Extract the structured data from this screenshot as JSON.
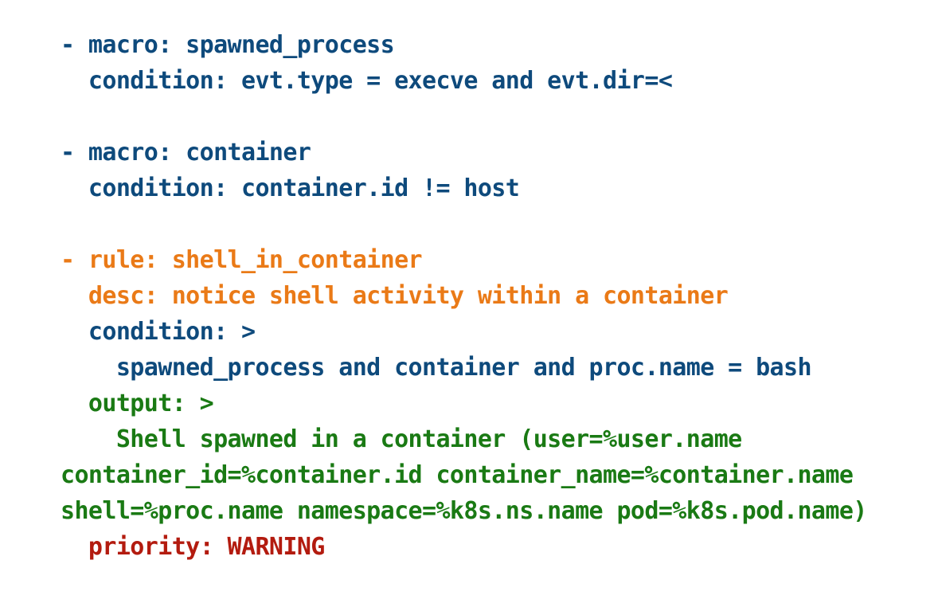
{
  "colors": {
    "macro": "#0e4a7c",
    "rule": "#ea7a17",
    "output": "#1a7a14",
    "priority": "#b31b0f",
    "background": "#ffffff"
  },
  "lines": [
    {
      "text": "- macro: spawned_process",
      "color": "blue"
    },
    {
      "text": "  condition: evt.type = execve and evt.dir=<",
      "color": "blue"
    },
    {
      "text": "",
      "color": "blue"
    },
    {
      "text": "- macro: container",
      "color": "blue"
    },
    {
      "text": "  condition: container.id != host",
      "color": "blue"
    },
    {
      "text": "",
      "color": "blue"
    },
    {
      "text": "- rule: shell_in_container",
      "color": "orange"
    },
    {
      "text": "  desc: notice shell activity within a container",
      "color": "orange"
    },
    {
      "text": "  condition: >",
      "color": "blue"
    },
    {
      "text": "    spawned_process and container and proc.name = bash",
      "color": "blue"
    },
    {
      "text": "  output: >",
      "color": "green"
    },
    {
      "text": "    Shell spawned in a container (user=%user.name",
      "color": "green"
    },
    {
      "text": "container_id=%container.id container_name=%container.name",
      "color": "green"
    },
    {
      "text": "shell=%proc.name namespace=%k8s.ns.name pod=%k8s.pod.name)",
      "color": "green"
    },
    {
      "text": "  priority: WARNING",
      "color": "red"
    }
  ]
}
